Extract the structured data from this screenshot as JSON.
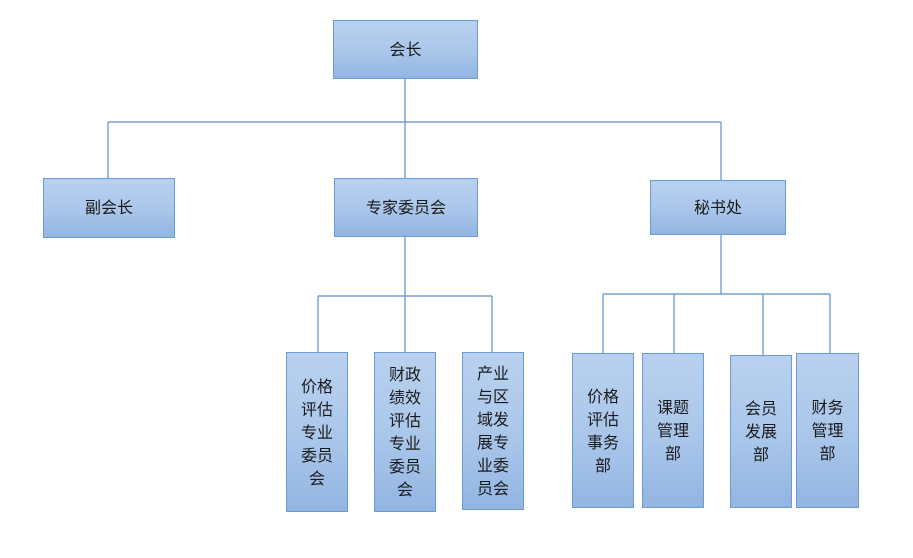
{
  "org_chart": {
    "root": {
      "label": "会长"
    },
    "level1": [
      {
        "id": "vice",
        "label": "副会长"
      },
      {
        "id": "expert",
        "label": "专家委员会"
      },
      {
        "id": "secretariat",
        "label": "秘书处"
      }
    ],
    "expert_children": [
      {
        "label": "价格\n评估\n专业\n委员\n会"
      },
      {
        "label": "财政\n绩效\n评估\n专业\n委员\n会"
      },
      {
        "label": "产业\n与区\n域发\n展专\n业委\n员会"
      }
    ],
    "secretariat_children": [
      {
        "label": "价格\n评估\n事务\n部"
      },
      {
        "label": "课题\n管理\n部"
      },
      {
        "label": "会员\n发展\n部"
      },
      {
        "label": "财务\n管理\n部"
      }
    ]
  },
  "colors": {
    "box_fill": "#a9c6ea",
    "box_border": "#6a9bd1",
    "connector": "#5b8fc7"
  }
}
